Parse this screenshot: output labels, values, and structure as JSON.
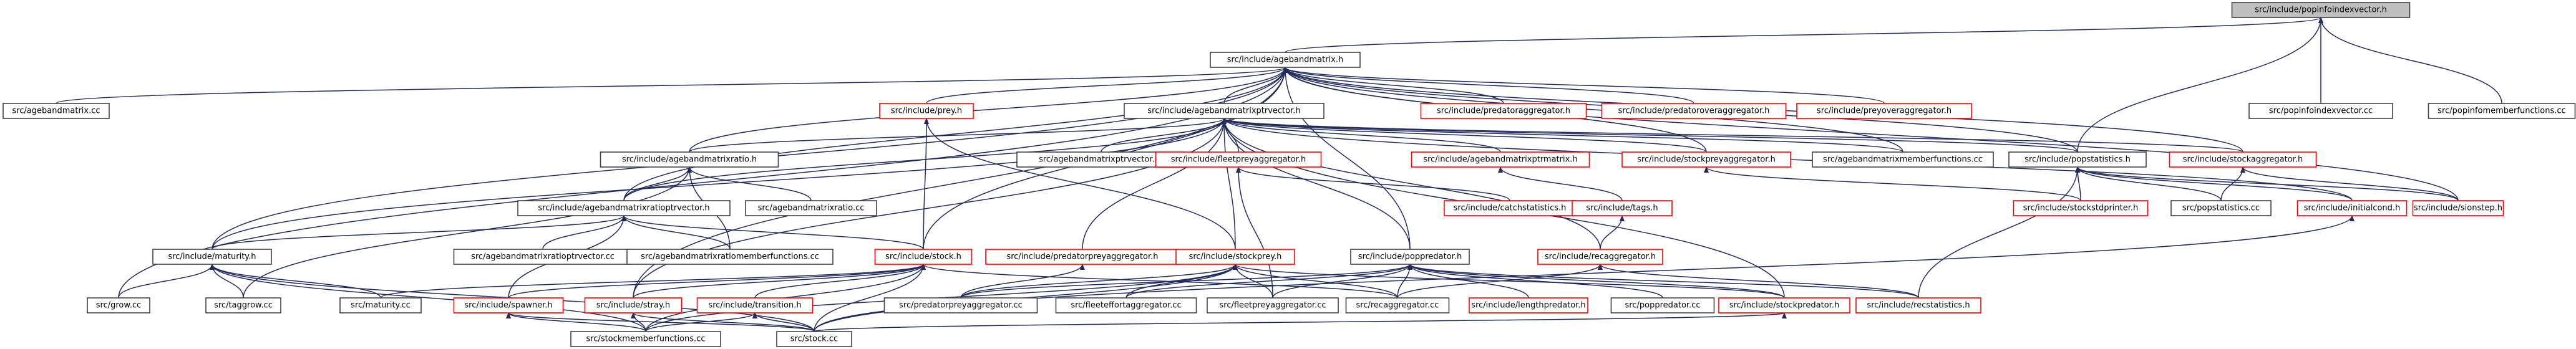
{
  "colors": {
    "root_fill": "#bfbfbf",
    "normal_border": "#404040",
    "undocumented_border": "#ff0000",
    "edge": "#1f2a5c",
    "text": "#000000"
  },
  "nodes": [
    {
      "id": "n0",
      "label": "src/include/popinfoindexvector.h",
      "kind": "root"
    },
    {
      "id": "n1",
      "label": "src/include/agebandmatrix.h",
      "kind": "normal"
    },
    {
      "id": "n2",
      "label": "src/popinfoindexvector.cc",
      "kind": "normal"
    },
    {
      "id": "n3",
      "label": "src/popinfomemberfunctions.cc",
      "kind": "normal"
    },
    {
      "id": "n4",
      "label": "src/agebandmatrix.cc",
      "kind": "normal"
    },
    {
      "id": "n5",
      "label": "src/include/prey.h",
      "kind": "undocumented"
    },
    {
      "id": "n6",
      "label": "src/include/agebandmatrixptrvector.h",
      "kind": "normal"
    },
    {
      "id": "n7",
      "label": "src/include/predatoraggregator.h",
      "kind": "undocumented"
    },
    {
      "id": "n8",
      "label": "src/include/predatoroveraggregator.h",
      "kind": "undocumented"
    },
    {
      "id": "n9",
      "label": "src/include/preyoveraggregator.h",
      "kind": "undocumented"
    },
    {
      "id": "n10",
      "label": "src/include/agebandmatrixratio.h",
      "kind": "normal"
    },
    {
      "id": "n11",
      "label": "src/agebandmatrixptrvector.cc",
      "kind": "normal"
    },
    {
      "id": "n12",
      "label": "src/include/fleetpreyaggregator.h",
      "kind": "undocumented"
    },
    {
      "id": "n13",
      "label": "src/include/agebandmatrixptrmatrix.h",
      "kind": "undocumented"
    },
    {
      "id": "n14",
      "label": "src/include/stockpreyaggregator.h",
      "kind": "undocumented"
    },
    {
      "id": "n15",
      "label": "src/agebandmatrixmemberfunctions.cc",
      "kind": "normal"
    },
    {
      "id": "n16",
      "label": "src/include/popstatistics.h",
      "kind": "normal"
    },
    {
      "id": "n17",
      "label": "src/include/stockaggregator.h",
      "kind": "undocumented"
    },
    {
      "id": "n18",
      "label": "src/include/agebandmatrixratioptrvector.h",
      "kind": "normal"
    },
    {
      "id": "n19",
      "label": "src/agebandmatrixratio.cc",
      "kind": "normal"
    },
    {
      "id": "n20",
      "label": "src/include/catchstatistics.h",
      "kind": "undocumented"
    },
    {
      "id": "n21",
      "label": "src/include/tags.h",
      "kind": "undocumented"
    },
    {
      "id": "n22",
      "label": "src/include/stockstdprinter.h",
      "kind": "undocumented"
    },
    {
      "id": "n23",
      "label": "src/popstatistics.cc",
      "kind": "normal"
    },
    {
      "id": "n24",
      "label": "src/include/initialcond.h",
      "kind": "undocumented"
    },
    {
      "id": "n25",
      "label": "src/include/sionstep.h",
      "kind": "undocumented"
    },
    {
      "id": "n26",
      "label": "src/include/maturity.h",
      "kind": "normal"
    },
    {
      "id": "n27",
      "label": "src/agebandmatrixratioptrvector.cc",
      "kind": "normal"
    },
    {
      "id": "n28",
      "label": "src/agebandmatrixratiomemberfunctions.cc",
      "kind": "normal"
    },
    {
      "id": "n29",
      "label": "src/include/stock.h",
      "kind": "undocumented"
    },
    {
      "id": "n30",
      "label": "src/include/predatorpreyaggregator.h",
      "kind": "undocumented"
    },
    {
      "id": "n31",
      "label": "src/include/stockprey.h",
      "kind": "undocumented"
    },
    {
      "id": "n32",
      "label": "src/include/poppredator.h",
      "kind": "normal"
    },
    {
      "id": "n33",
      "label": "src/include/recaggregator.h",
      "kind": "undocumented"
    },
    {
      "id": "n34",
      "label": "src/grow.cc",
      "kind": "normal"
    },
    {
      "id": "n35",
      "label": "src/taggrow.cc",
      "kind": "normal"
    },
    {
      "id": "n36",
      "label": "src/maturity.cc",
      "kind": "normal"
    },
    {
      "id": "n37",
      "label": "src/include/spawner.h",
      "kind": "undocumented"
    },
    {
      "id": "n38",
      "label": "src/include/stray.h",
      "kind": "undocumented"
    },
    {
      "id": "n39",
      "label": "src/include/transition.h",
      "kind": "undocumented"
    },
    {
      "id": "n40",
      "label": "src/predatorpreyaggregator.cc",
      "kind": "normal"
    },
    {
      "id": "n41",
      "label": "src/fleeteffortaggregator.cc",
      "kind": "normal"
    },
    {
      "id": "n42",
      "label": "src/fleetpreyaggregator.cc",
      "kind": "normal"
    },
    {
      "id": "n43",
      "label": "src/recaggregator.cc",
      "kind": "normal"
    },
    {
      "id": "n44",
      "label": "src/include/lengthpredator.h",
      "kind": "undocumented"
    },
    {
      "id": "n45",
      "label": "src/poppredator.cc",
      "kind": "normal"
    },
    {
      "id": "n46",
      "label": "src/include/stockpredator.h",
      "kind": "undocumented"
    },
    {
      "id": "n47",
      "label": "src/include/recstatistics.h",
      "kind": "undocumented"
    },
    {
      "id": "n48",
      "label": "src/stockmemberfunctions.cc",
      "kind": "normal"
    },
    {
      "id": "n49",
      "label": "src/stock.cc",
      "kind": "normal"
    }
  ],
  "edges": [
    [
      "n1",
      "n0"
    ],
    [
      "n2",
      "n0"
    ],
    [
      "n3",
      "n0"
    ],
    [
      "n16",
      "n0"
    ],
    [
      "n4",
      "n1"
    ],
    [
      "n5",
      "n1"
    ],
    [
      "n6",
      "n1"
    ],
    [
      "n7",
      "n1"
    ],
    [
      "n8",
      "n1"
    ],
    [
      "n9",
      "n1"
    ],
    [
      "n10",
      "n1"
    ],
    [
      "n14",
      "n1"
    ],
    [
      "n15",
      "n1"
    ],
    [
      "n17",
      "n1"
    ],
    [
      "n18",
      "n1"
    ],
    [
      "n25",
      "n1"
    ],
    [
      "n26",
      "n1"
    ],
    [
      "n29",
      "n1"
    ],
    [
      "n32",
      "n1"
    ],
    [
      "n34",
      "n1"
    ],
    [
      "n38",
      "n1"
    ],
    [
      "n16",
      "n1"
    ],
    [
      "n31",
      "n5"
    ],
    [
      "n29",
      "n5"
    ],
    [
      "n10",
      "n6"
    ],
    [
      "n11",
      "n6"
    ],
    [
      "n12",
      "n6"
    ],
    [
      "n13",
      "n6"
    ],
    [
      "n14",
      "n6"
    ],
    [
      "n15",
      "n6"
    ],
    [
      "n16",
      "n6"
    ],
    [
      "n17",
      "n6"
    ],
    [
      "n18",
      "n6"
    ],
    [
      "n24",
      "n6"
    ],
    [
      "n26",
      "n6"
    ],
    [
      "n30",
      "n6"
    ],
    [
      "n31",
      "n6"
    ],
    [
      "n32",
      "n6"
    ],
    [
      "n33",
      "n6"
    ],
    [
      "n38",
      "n6"
    ],
    [
      "n46",
      "n6"
    ],
    [
      "n18",
      "n10"
    ],
    [
      "n19",
      "n10"
    ],
    [
      "n28",
      "n10"
    ],
    [
      "n35",
      "n10"
    ],
    [
      "n20",
      "n12"
    ],
    [
      "n42",
      "n12"
    ],
    [
      "n21",
      "n13"
    ],
    [
      "n22",
      "n14"
    ],
    [
      "n22",
      "n16"
    ],
    [
      "n23",
      "n16"
    ],
    [
      "n24",
      "n16"
    ],
    [
      "n25",
      "n16"
    ],
    [
      "n47",
      "n16"
    ],
    [
      "n23",
      "n17"
    ],
    [
      "n25",
      "n17"
    ],
    [
      "n26",
      "n18"
    ],
    [
      "n27",
      "n18"
    ],
    [
      "n28",
      "n18"
    ],
    [
      "n29",
      "n18"
    ],
    [
      "n37",
      "n18"
    ],
    [
      "n34",
      "n26"
    ],
    [
      "n35",
      "n26"
    ],
    [
      "n36",
      "n26"
    ],
    [
      "n48",
      "n26"
    ],
    [
      "n49",
      "n26"
    ],
    [
      "n36",
      "n29"
    ],
    [
      "n37",
      "n29"
    ],
    [
      "n38",
      "n29"
    ],
    [
      "n39",
      "n29"
    ],
    [
      "n43",
      "n29"
    ],
    [
      "n48",
      "n29"
    ],
    [
      "n49",
      "n29"
    ],
    [
      "n40",
      "n30"
    ],
    [
      "n40",
      "n31"
    ],
    [
      "n41",
      "n31"
    ],
    [
      "n42",
      "n31"
    ],
    [
      "n43",
      "n31"
    ],
    [
      "n46",
      "n31"
    ],
    [
      "n48",
      "n31"
    ],
    [
      "n49",
      "n31"
    ],
    [
      "n41",
      "n32"
    ],
    [
      "n42",
      "n32"
    ],
    [
      "n43",
      "n32"
    ],
    [
      "n44",
      "n32"
    ],
    [
      "n45",
      "n32"
    ],
    [
      "n46",
      "n32"
    ],
    [
      "n47",
      "n32"
    ],
    [
      "n40",
      "n32"
    ],
    [
      "n43",
      "n33"
    ],
    [
      "n47",
      "n33"
    ],
    [
      "n49",
      "n24"
    ],
    [
      "n48",
      "n37"
    ],
    [
      "n49",
      "n37"
    ],
    [
      "n48",
      "n38"
    ],
    [
      "n49",
      "n38"
    ],
    [
      "n48",
      "n39"
    ],
    [
      "n49",
      "n39"
    ],
    [
      "n49",
      "n46"
    ],
    [
      "n33",
      "n21"
    ]
  ]
}
